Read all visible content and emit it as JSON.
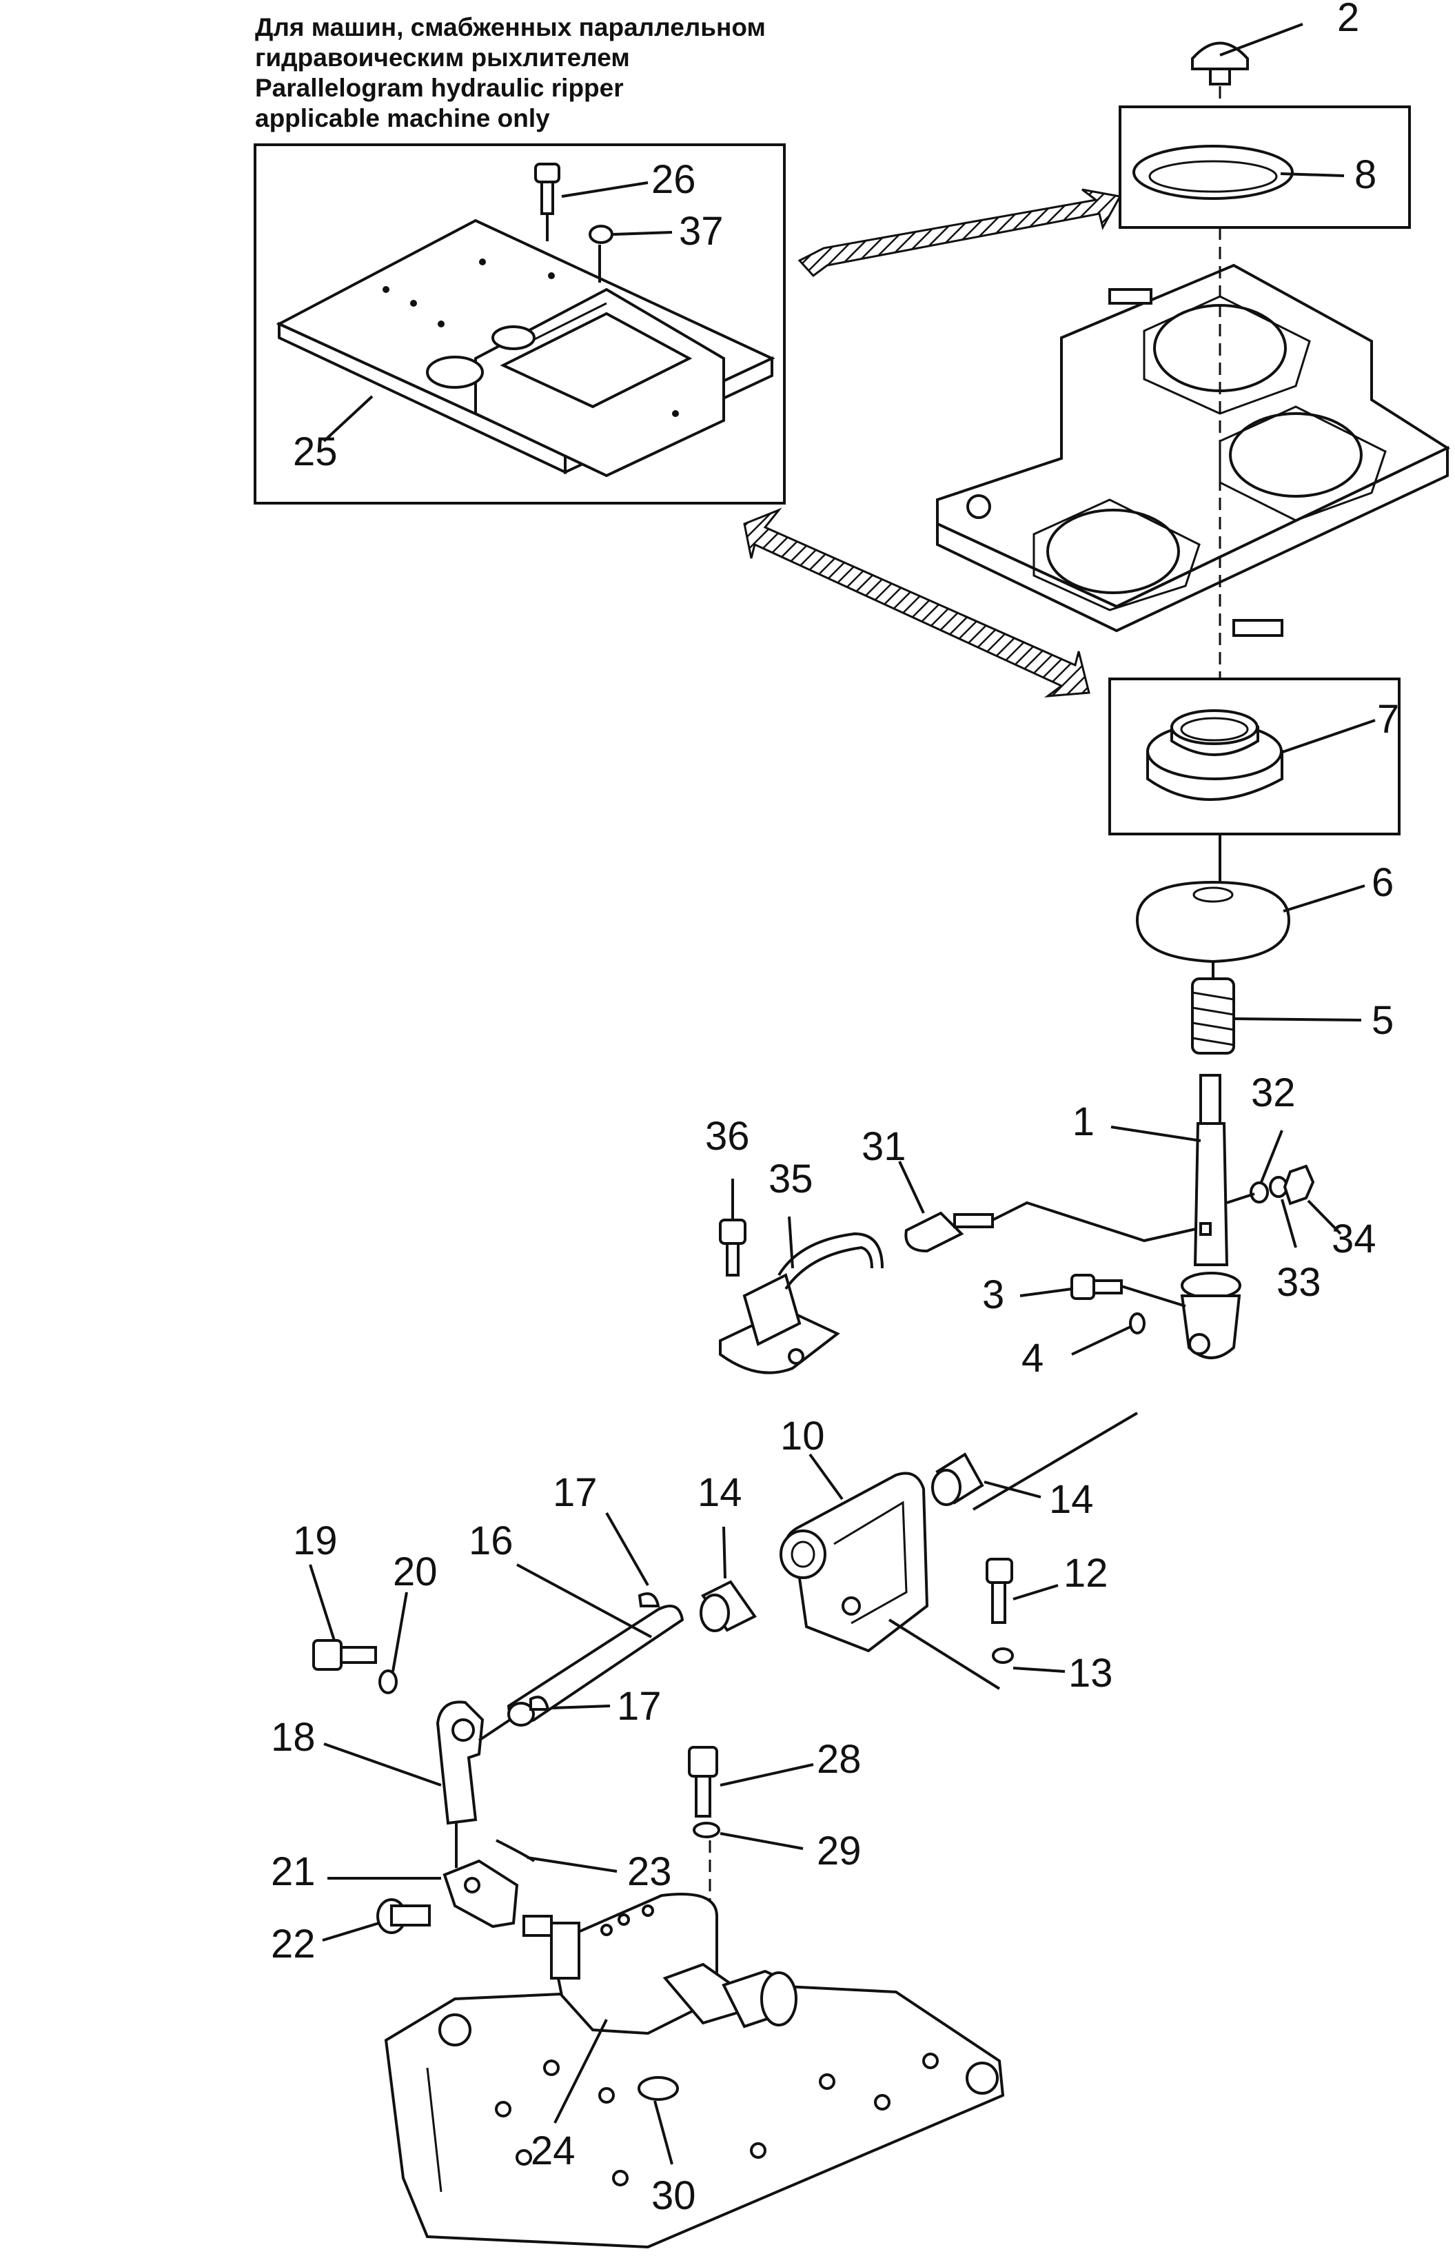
{
  "caption": {
    "line_ru_1": "Для машин, смабженных параллельном",
    "line_ru_2": "гидравоическим рыхлителем",
    "line_en_1": "Parallelogram hydraulic ripper",
    "line_en_2": "applicable machine only"
  },
  "callouts": {
    "c1": "1",
    "c2": "2",
    "c3": "3",
    "c4": "4",
    "c5": "5",
    "c6": "6",
    "c7": "7",
    "c8": "8",
    "c10": "10",
    "c12": "12",
    "c13": "13",
    "c14a": "14",
    "c14b": "14",
    "c16": "16",
    "c17a": "17",
    "c17b": "17",
    "c18": "18",
    "c19": "19",
    "c20": "20",
    "c21": "21",
    "c22": "22",
    "c23": "23",
    "c24": "24",
    "c25": "25",
    "c26": "26",
    "c28": "28",
    "c29": "29",
    "c30": "30",
    "c31": "31",
    "c32": "32",
    "c33": "33",
    "c34": "34",
    "c35": "35",
    "c36": "36",
    "c37": "37"
  }
}
